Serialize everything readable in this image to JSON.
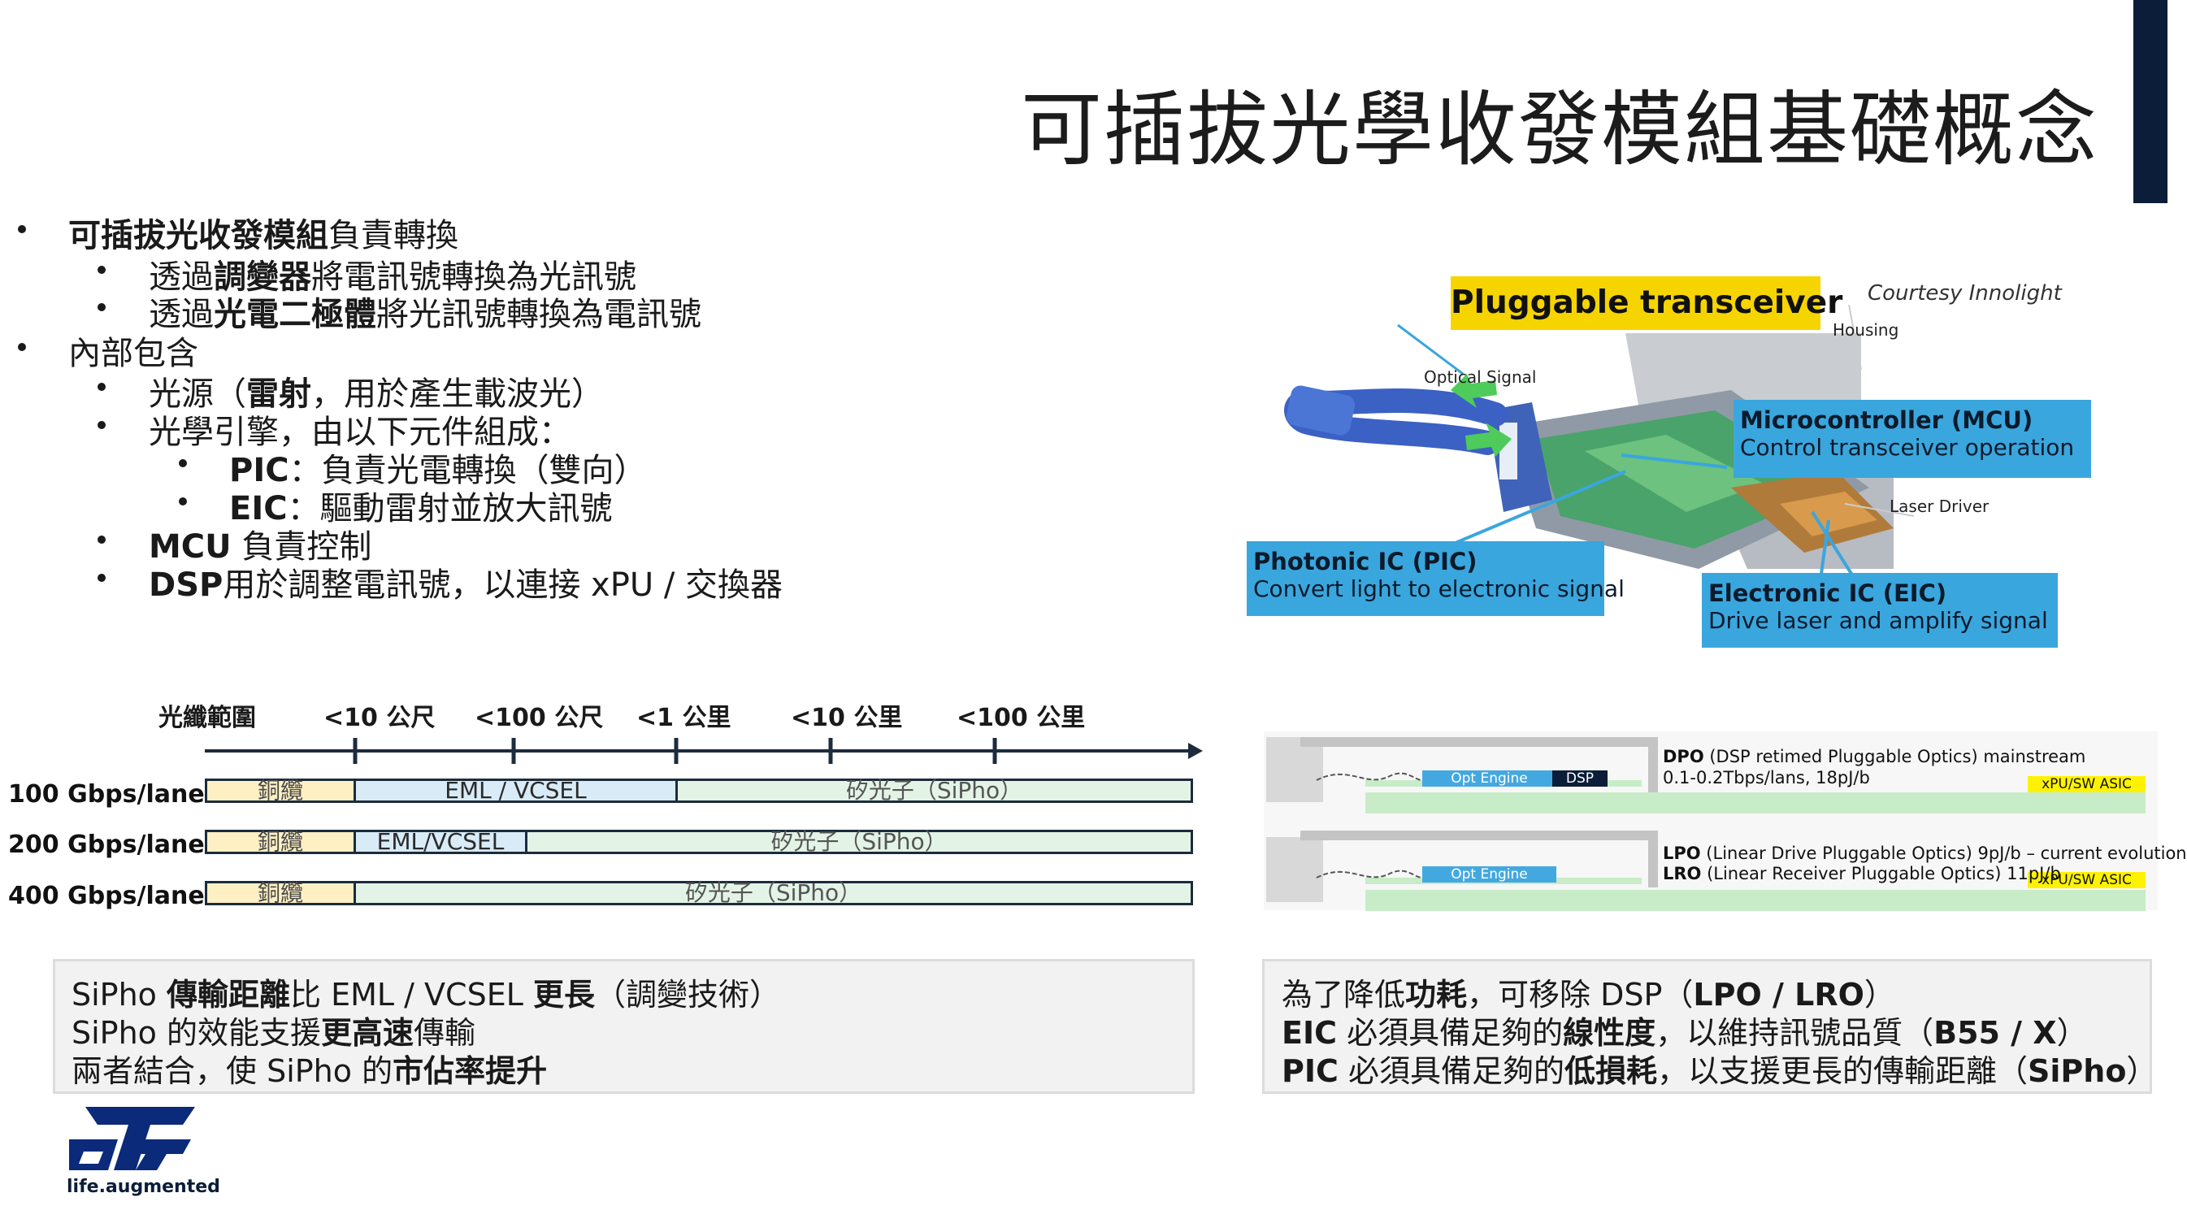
{
  "title": "可插拔光學收發模組基礎概念",
  "bullets": {
    "b1": {
      "bold": "可插拔光收發模組",
      "rest": "負責轉換"
    },
    "b1a": {
      "pre": "透過",
      "bold": "調變器",
      "rest": "將電訊號轉換為光訊號"
    },
    "b1b": {
      "pre": "透過",
      "bold": "光電二極體",
      "rest": "將光訊號轉換為電訊號"
    },
    "b2": {
      "text": "內部包含"
    },
    "b2a": {
      "pre": "光源（",
      "bold": "雷射",
      "rest": "，用於產生載波光）"
    },
    "b2b": {
      "text": "光學引擎，由以下元件組成："
    },
    "b2b1": {
      "bold": "PIC",
      "rest": "：負責光電轉換（雙向）"
    },
    "b2b2": {
      "bold": "EIC",
      "rest": "：驅動雷射並放大訊號"
    },
    "b2c": {
      "bold": "MCU",
      "rest": " 負責控制"
    },
    "b2d": {
      "bold": "DSP",
      "rest": "用於調整電訊號，以連接 xPU / 交換器"
    }
  },
  "range_chart": {
    "header": "光纖範圍",
    "ticks": [
      "<10 公尺",
      "<100 公尺",
      "<1 公里",
      "<10 公里",
      "<100 公里"
    ],
    "lanes": [
      {
        "label": "100 Gbps/lane",
        "segments": [
          "銅纜",
          "EML / VCSEL",
          "矽光子（SiPho）"
        ]
      },
      {
        "label": "200 Gbps/lane",
        "segments": [
          "銅纜",
          "EML/VCSEL",
          "矽光子（SiPho）"
        ]
      },
      {
        "label": "400 Gbps/lane",
        "segments": [
          "銅纜",
          "矽光子（SiPho）"
        ]
      }
    ]
  },
  "left_box": {
    "l1": {
      "a": "SiPho ",
      "b": "傳輸距離",
      "c": "比 EML / VCSEL ",
      "d": "更長",
      "e": "（調變技術）"
    },
    "l2": {
      "a": "SiPho 的效能支援",
      "b": "更高速",
      "c": "傳輸"
    },
    "l3": {
      "a": "兩者結合，使 SiPho 的",
      "b": "市佔率提升"
    }
  },
  "right_box": {
    "l1": {
      "a": "為了降低",
      "b": "功耗",
      "c": "，可移除 DSP（",
      "d": "LPO / LRO",
      "e": "）"
    },
    "l2": {
      "a": "EIC",
      "b": " 必須具備足夠的",
      "c": "線性度",
      "d": "，以維持訊號品質（",
      "e": "B55 / X",
      "f": "）"
    },
    "l3": {
      "a": "PIC",
      "b": " 必須具備足夠的",
      "c": "低損耗",
      "d": "，以支援更長的傳輸距離（",
      "e": "SiPho",
      "f": "）"
    }
  },
  "transceiver_figure": {
    "banner": "Pluggable transceiver",
    "courtesy": "Courtesy Innolight",
    "housing": "Housing",
    "optical_signal": "Optical Signal",
    "laser_driver": "Laser Driver",
    "mcu_title": "Microcontroller (MCU)",
    "mcu_desc": "Control transceiver operation",
    "pic_title": "Photonic IC (PIC)",
    "pic_desc": "Convert light to electronic signal",
    "eic_title": "Electronic IC (EIC)",
    "eic_desc": "Drive laser and amplify signal"
  },
  "dpo_figure": {
    "opt_engine": "Opt Engine",
    "dsp": "DSP",
    "asic": "xPU/SW ASIC",
    "dpo_bold": "DPO",
    "dpo_text": " (DSP retimed Pluggable Optics) mainstream",
    "dpo_spec": "0.1-0.2Tbps/lans, 18pJ/b",
    "lpo_bold": "LPO",
    "lpo_text": " (Linear Drive Pluggable Optics) 9pJ/b – current evolution",
    "lro_bold": "LRO",
    "lro_text": " (Linear Receiver Pluggable Optics) 11pJ/b"
  },
  "logo": {
    "tagline": "life.augmented",
    "mark": "ST"
  },
  "colors": {
    "accent_blue": "#3aa6de",
    "banner_yellow": "#f6d400",
    "navy": "#0b1d38",
    "st_blue": "#0b2a7a"
  }
}
